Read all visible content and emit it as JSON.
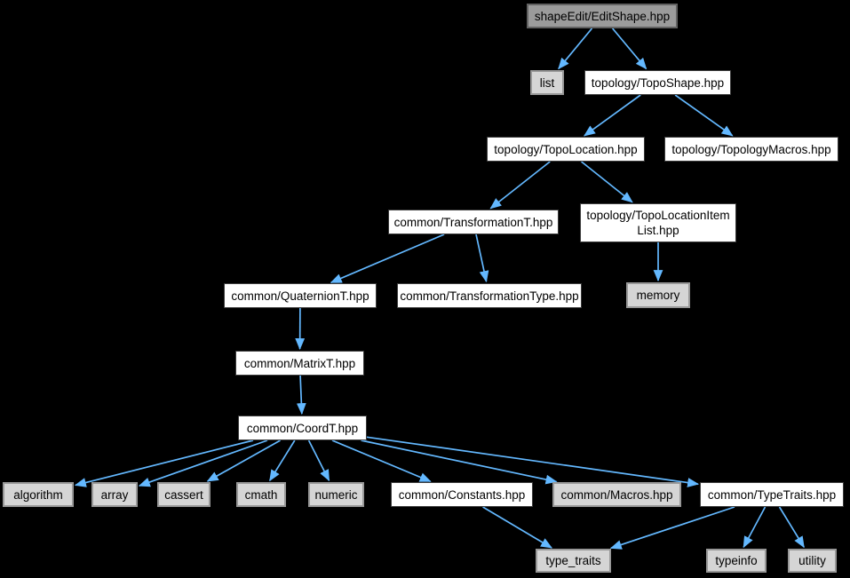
{
  "graph": {
    "title": "shapeEdit/EditShape.hpp include dependency graph",
    "nodes": [
      {
        "id": "editshape",
        "label": "shapeEdit/EditShape.hpp",
        "kind": "main"
      },
      {
        "id": "list",
        "label": "list",
        "kind": "system"
      },
      {
        "id": "toposhape",
        "label": "topology/TopoShape.hpp",
        "kind": "internal"
      },
      {
        "id": "topolocation",
        "label": "topology/TopoLocation.hpp",
        "kind": "internal"
      },
      {
        "id": "topologymacros",
        "label": "topology/TopologyMacros.hpp",
        "kind": "internal"
      },
      {
        "id": "transformationt",
        "label": "common/TransformationT.hpp",
        "kind": "internal"
      },
      {
        "id": "topolocationitemlist",
        "label": "topology/TopoLocationItem\nList.hpp",
        "kind": "internal"
      },
      {
        "id": "quaterniont",
        "label": "common/QuaternionT.hpp",
        "kind": "internal"
      },
      {
        "id": "transformationtype",
        "label": "common/TransformationType.hpp",
        "kind": "internal"
      },
      {
        "id": "memory",
        "label": "memory",
        "kind": "system"
      },
      {
        "id": "matrixt",
        "label": "common/MatrixT.hpp",
        "kind": "internal"
      },
      {
        "id": "coordt",
        "label": "common/CoordT.hpp",
        "kind": "internal"
      },
      {
        "id": "algorithm",
        "label": "algorithm",
        "kind": "system"
      },
      {
        "id": "array",
        "label": "array",
        "kind": "system"
      },
      {
        "id": "cassert",
        "label": "cassert",
        "kind": "system"
      },
      {
        "id": "cmath",
        "label": "cmath",
        "kind": "system"
      },
      {
        "id": "numeric",
        "label": "numeric",
        "kind": "system"
      },
      {
        "id": "constants",
        "label": "common/Constants.hpp",
        "kind": "internal"
      },
      {
        "id": "macros",
        "label": "common/Macros.hpp",
        "kind": "system"
      },
      {
        "id": "typetraits",
        "label": "common/TypeTraits.hpp",
        "kind": "internal"
      },
      {
        "id": "type_traits",
        "label": "type_traits",
        "kind": "system"
      },
      {
        "id": "typeinfo",
        "label": "typeinfo",
        "kind": "system"
      },
      {
        "id": "utility",
        "label": "utility",
        "kind": "system"
      }
    ],
    "edges": [
      {
        "from": "editshape",
        "to": "list"
      },
      {
        "from": "editshape",
        "to": "toposhape"
      },
      {
        "from": "toposhape",
        "to": "topolocation"
      },
      {
        "from": "toposhape",
        "to": "topologymacros"
      },
      {
        "from": "topolocation",
        "to": "transformationt"
      },
      {
        "from": "topolocation",
        "to": "topolocationitemlist"
      },
      {
        "from": "transformationt",
        "to": "quaterniont"
      },
      {
        "from": "transformationt",
        "to": "transformationtype"
      },
      {
        "from": "topolocationitemlist",
        "to": "memory"
      },
      {
        "from": "quaterniont",
        "to": "matrixt"
      },
      {
        "from": "matrixt",
        "to": "coordt"
      },
      {
        "from": "coordt",
        "to": "algorithm"
      },
      {
        "from": "coordt",
        "to": "array"
      },
      {
        "from": "coordt",
        "to": "cassert"
      },
      {
        "from": "coordt",
        "to": "cmath"
      },
      {
        "from": "coordt",
        "to": "numeric"
      },
      {
        "from": "coordt",
        "to": "constants"
      },
      {
        "from": "coordt",
        "to": "macros"
      },
      {
        "from": "coordt",
        "to": "typetraits"
      },
      {
        "from": "constants",
        "to": "type_traits"
      },
      {
        "from": "typetraits",
        "to": "type_traits"
      },
      {
        "from": "typetraits",
        "to": "typeinfo"
      },
      {
        "from": "typetraits",
        "to": "utility"
      }
    ],
    "colors": {
      "background": "#000000",
      "edge": "#63b8ff",
      "text": "#000000",
      "main_fill": "#9b9b9b",
      "main_border": "#626262",
      "internal_fill": "#ffffff",
      "internal_border": "#3c3c3c",
      "system_fill": "#d5d5d5",
      "system_border": "#989898"
    }
  }
}
